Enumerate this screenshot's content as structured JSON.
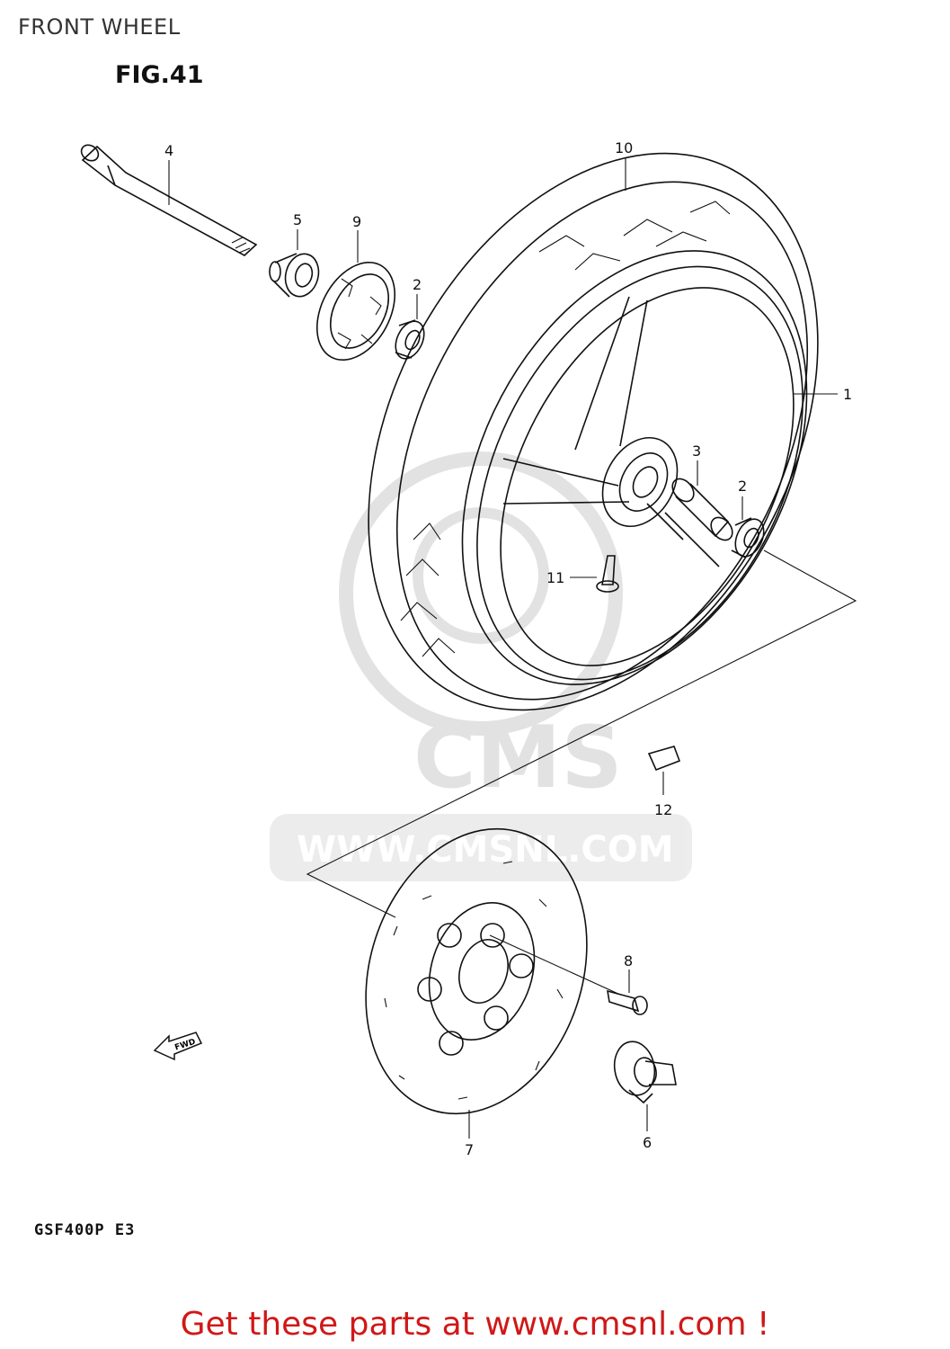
{
  "page_title": "FRONT WHEEL",
  "figure_label": "FIG.41",
  "model_code": "GSF400P  E3",
  "direction_tag": "FWD",
  "watermark": {
    "brand": "CMS",
    "url": "WWW.CMSNL.COM",
    "color": "#c8c8c8"
  },
  "cta": {
    "text": "Get these parts at www.cmsnl.com !",
    "color": "#d01818"
  },
  "callouts": [
    "1",
    "2",
    "2",
    "3",
    "4",
    "5",
    "6",
    "7",
    "8",
    "9",
    "10",
    "11",
    "12"
  ]
}
